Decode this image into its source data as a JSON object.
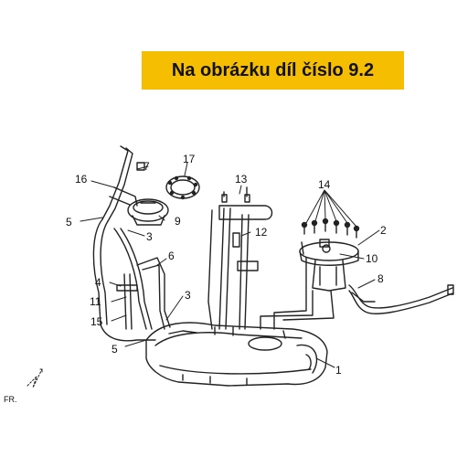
{
  "banner": {
    "text": "Na obrázku díl číslo 9.2",
    "color": "#f6be00"
  },
  "direction_label": "FR.",
  "callouts": {
    "c1": "1",
    "c2": "2",
    "c3a": "3",
    "c3b": "3",
    "c4": "4",
    "c5a": "5",
    "c5b": "5",
    "c6": "6",
    "c7": "7",
    "c8": "8",
    "c9": "9",
    "c10": "10",
    "c11": "11",
    "c12": "12",
    "c13": "13",
    "c14": "14",
    "c15": "15",
    "c16": "16",
    "c17": "17"
  }
}
